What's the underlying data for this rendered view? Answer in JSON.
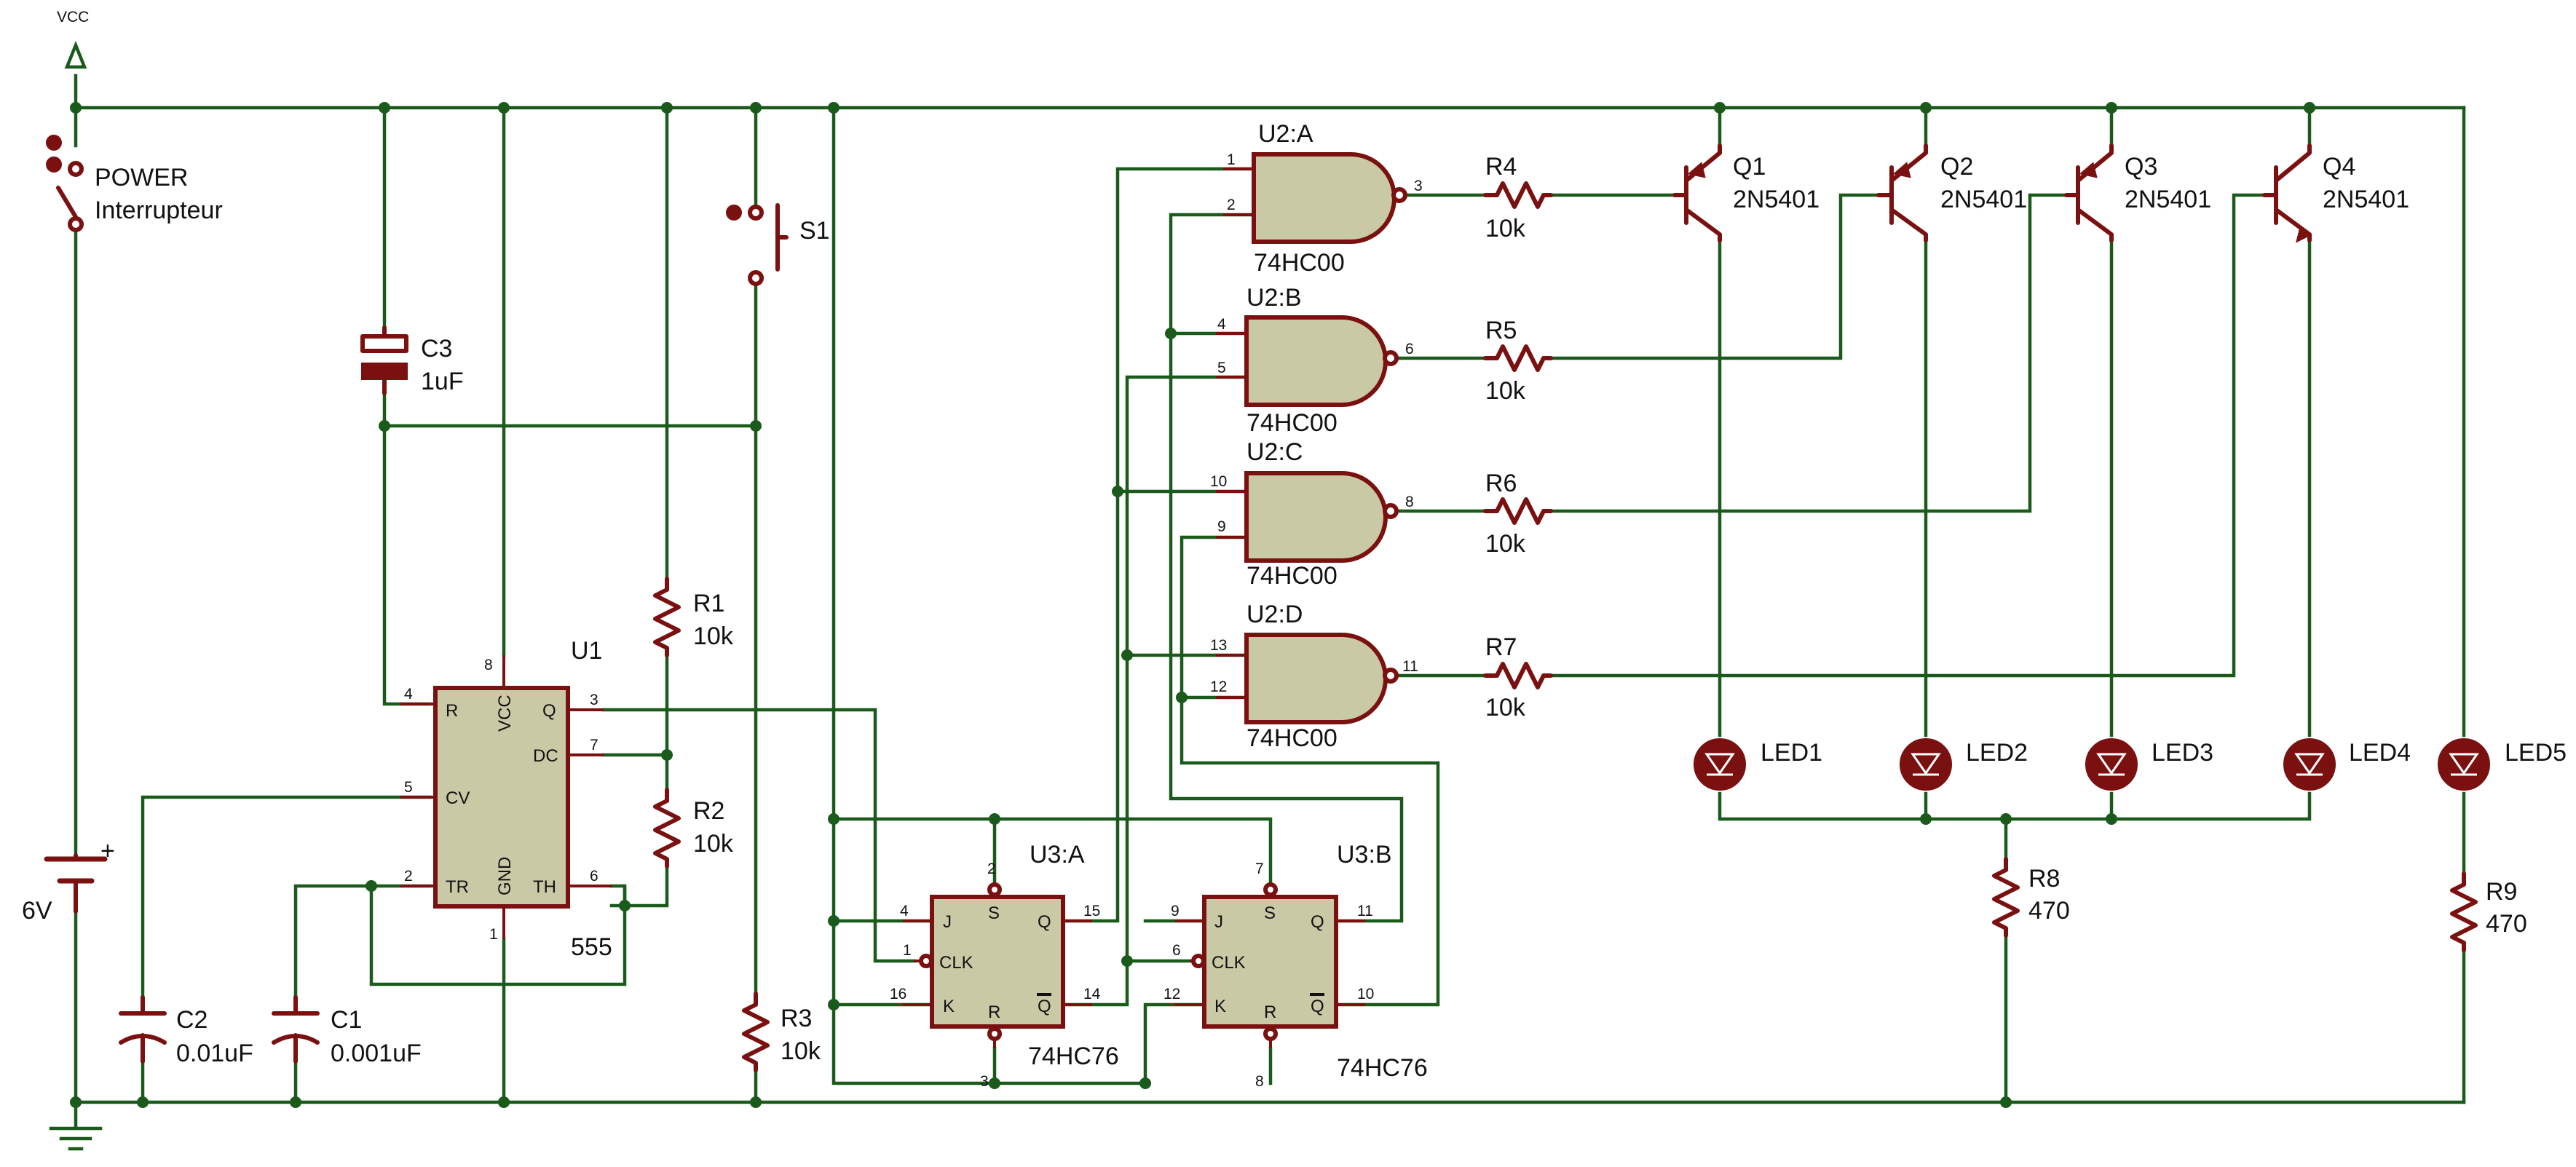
{
  "rails": {
    "vcc": "VCC"
  },
  "switches": {
    "power": {
      "ref": "POWER",
      "value": "Interrupteur"
    },
    "s1": {
      "ref": "S1"
    }
  },
  "battery": {
    "value": "6V",
    "plus": "+"
  },
  "capacitors": {
    "c1": {
      "ref": "C1",
      "value": "0.001uF"
    },
    "c2": {
      "ref": "C2",
      "value": "0.01uF"
    },
    "c3": {
      "ref": "C3",
      "value": "1uF"
    }
  },
  "resistors": {
    "r1": {
      "ref": "R1",
      "value": "10k"
    },
    "r2": {
      "ref": "R2",
      "value": "10k"
    },
    "r3": {
      "ref": "R3",
      "value": "10k"
    },
    "r4": {
      "ref": "R4",
      "value": "10k"
    },
    "r5": {
      "ref": "R5",
      "value": "10k"
    },
    "r6": {
      "ref": "R6",
      "value": "10k"
    },
    "r7": {
      "ref": "R7",
      "value": "10k"
    },
    "r8": {
      "ref": "R8",
      "value": "470"
    },
    "r9": {
      "ref": "R9",
      "value": "470"
    }
  },
  "timer": {
    "ref": "U1",
    "value": "555",
    "pins": {
      "r": "R",
      "vcc": "VCC",
      "q": "Q",
      "dc": "DC",
      "cv": "CV",
      "tr": "TR",
      "gnd": "GND",
      "th": "TH"
    },
    "pin_numbers": {
      "r": "4",
      "vcc": "8",
      "q": "3",
      "dc": "7",
      "cv": "5",
      "tr": "2",
      "gnd": "1",
      "th": "6"
    }
  },
  "gates": {
    "a": {
      "ref": "U2:A",
      "value": "74HC00",
      "in1": "1",
      "in2": "2",
      "out": "3"
    },
    "b": {
      "ref": "U2:B",
      "value": "74HC00",
      "in1": "4",
      "in2": "5",
      "out": "6"
    },
    "c": {
      "ref": "U2:C",
      "value": "74HC00",
      "in1": "10",
      "in2": "9",
      "out": "8"
    },
    "d": {
      "ref": "U2:D",
      "value": "74HC00",
      "in1": "13",
      "in2": "12",
      "out": "11"
    }
  },
  "flipflops": {
    "a": {
      "ref": "U3:A",
      "value": "74HC76",
      "labels": {
        "j": "J",
        "s": "S",
        "clk": "CLK",
        "k": "K",
        "r": "R",
        "q": "Q",
        "qb": "Q"
      },
      "pins": {
        "j": "4",
        "s": "2",
        "clk": "1",
        "k": "16",
        "r": "3",
        "q": "15",
        "qb": "14"
      }
    },
    "b": {
      "ref": "U3:B",
      "value": "74HC76",
      "labels": {
        "j": "J",
        "s": "S",
        "clk": "CLK",
        "k": "K",
        "r": "R",
        "q": "Q",
        "qb": "Q"
      },
      "pins": {
        "j": "9",
        "s": "7",
        "clk": "6",
        "k": "12",
        "r": "8",
        "q": "11",
        "qb": "10"
      }
    }
  },
  "transistors": {
    "q1": {
      "ref": "Q1",
      "value": "2N5401"
    },
    "q2": {
      "ref": "Q2",
      "value": "2N5401"
    },
    "q3": {
      "ref": "Q3",
      "value": "2N5401"
    },
    "q4": {
      "ref": "Q4",
      "value": "2N5401"
    }
  },
  "leds": {
    "led1": "LED1",
    "led2": "LED2",
    "led3": "LED3",
    "led4": "LED4",
    "led5": "LED5"
  },
  "colors": {
    "wire": "#1a5a1a",
    "component": "#7a1010",
    "ic_fill": "#c9c9a6",
    "background": "#ffffff"
  }
}
